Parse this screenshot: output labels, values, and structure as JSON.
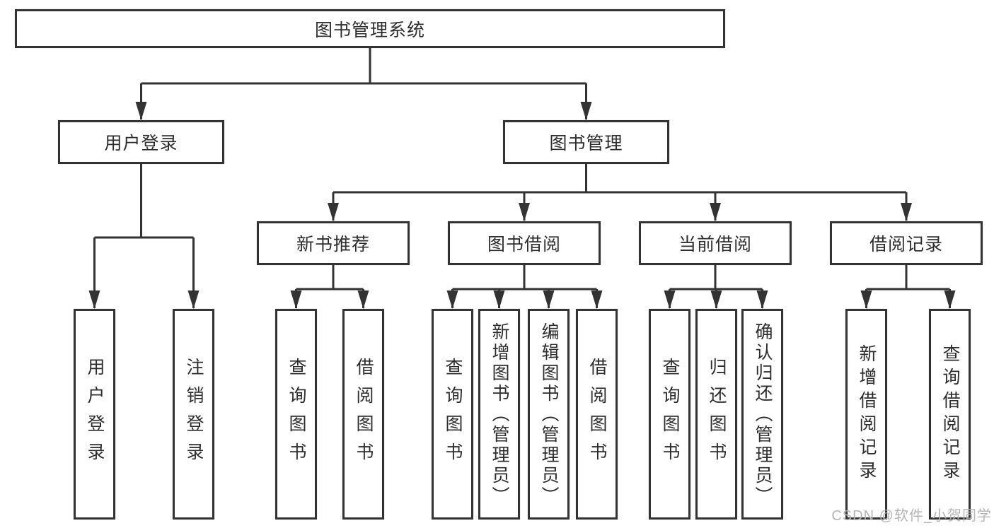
{
  "colors": {
    "line": "#333333",
    "text": "#2d2d2d",
    "background": "#ffffff",
    "watermark": "#b5b5b5"
  },
  "watermark": {
    "text": "CSDN @软件_小贺同学"
  },
  "tree": {
    "root": {
      "label": "图书管理系统"
    },
    "branches": [
      {
        "label": "用户登录",
        "children": [
          {
            "label": "用户登录"
          },
          {
            "label": "注销登录"
          }
        ]
      },
      {
        "label": "图书管理",
        "groups": [
          {
            "label": "新书推荐",
            "children": [
              {
                "label": "查询图书"
              },
              {
                "label": "借阅图书"
              }
            ]
          },
          {
            "label": "图书借阅",
            "children": [
              {
                "label": "查询图书"
              },
              {
                "label": "新增图书（管理员）"
              },
              {
                "label": "编辑图书（管理员）"
              },
              {
                "label": "借阅图书"
              }
            ]
          },
          {
            "label": "当前借阅",
            "children": [
              {
                "label": "查询图书"
              },
              {
                "label": "归还图书"
              },
              {
                "label": "确认归还（管理员）"
              }
            ]
          },
          {
            "label": "借阅记录",
            "children": [
              {
                "label": "新增借阅记录"
              },
              {
                "label": "查询借阅记录"
              }
            ]
          }
        ]
      }
    ]
  }
}
